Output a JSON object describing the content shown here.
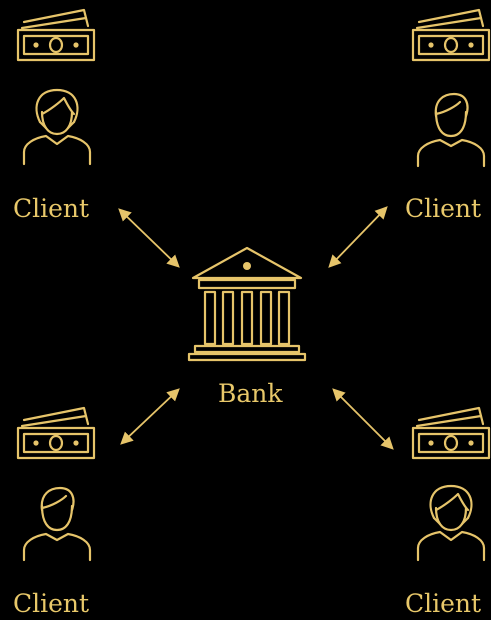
{
  "colors": {
    "background": "#000000",
    "accent": "#e6c46a"
  },
  "diagram": {
    "center": {
      "label": "Bank",
      "icon": "bank-icon"
    },
    "clients": [
      {
        "label": "Client",
        "position": "top-left",
        "icons": [
          "money-stack-icon",
          "woman-avatar-icon"
        ]
      },
      {
        "label": "Client",
        "position": "top-right",
        "icons": [
          "money-stack-icon",
          "man-avatar-icon"
        ]
      },
      {
        "label": "Client",
        "position": "bottom-left",
        "icons": [
          "money-stack-icon",
          "man-avatar-icon"
        ]
      },
      {
        "label": "Client",
        "position": "bottom-right",
        "icons": [
          "money-stack-icon",
          "woman-avatar-icon"
        ]
      }
    ],
    "connector": "bidirectional-arrow-icon"
  }
}
